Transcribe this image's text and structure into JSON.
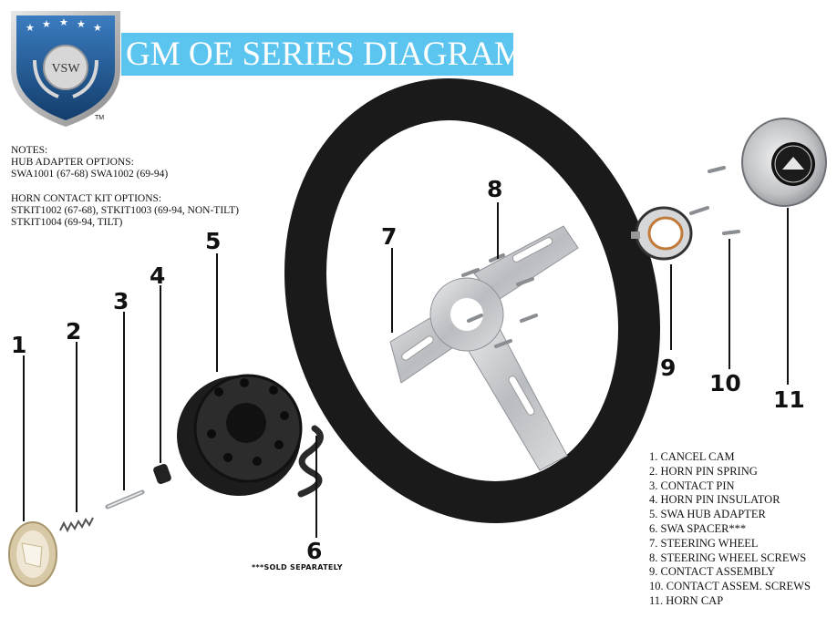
{
  "logo": {
    "text": "VSW",
    "tm": "TM"
  },
  "title": "GM OE SERIES DIAGRAM",
  "notes": {
    "heading": "NOTES:",
    "hub_heading": "HUB ADAPTER OPTJONS:",
    "hub_line": "SWA1001 (67-68) SWA1002 (69-94)",
    "horn_heading": "HORN CONTACT KIT OPTIONS:",
    "horn_line1": "STKIT1002 (67-68), STKIT1003 (69-94, NON-TILT)",
    "horn_line2": "STKIT1004 (69-94, TILT)"
  },
  "callouts": [
    "1",
    "2",
    "3",
    "4",
    "5",
    "6",
    "7",
    "8",
    "9",
    "10",
    "11"
  ],
  "sold_separately": "***SOLD SEPARATELY",
  "parts_list": [
    "1.  CANCEL CAM",
    "2.  HORN PIN SPRING",
    "3.  CONTACT PIN",
    "4.  HORN PIN INSULATOR",
    "5.  SWA HUB ADAPTER",
    "6.  SWA SPACER***",
    "7.  STEERING WHEEL",
    "8.  STEERING WHEEL SCREWS",
    "9.  CONTACT ASSEMBLY",
    "10. CONTACT ASSEM. SCREWS",
    "11. HORN CAP"
  ],
  "colors": {
    "banner": "#5cc5ef",
    "shield": "#1f5f9e",
    "wheel": "#1a1a1a",
    "spokes": "#c4c7cb"
  }
}
